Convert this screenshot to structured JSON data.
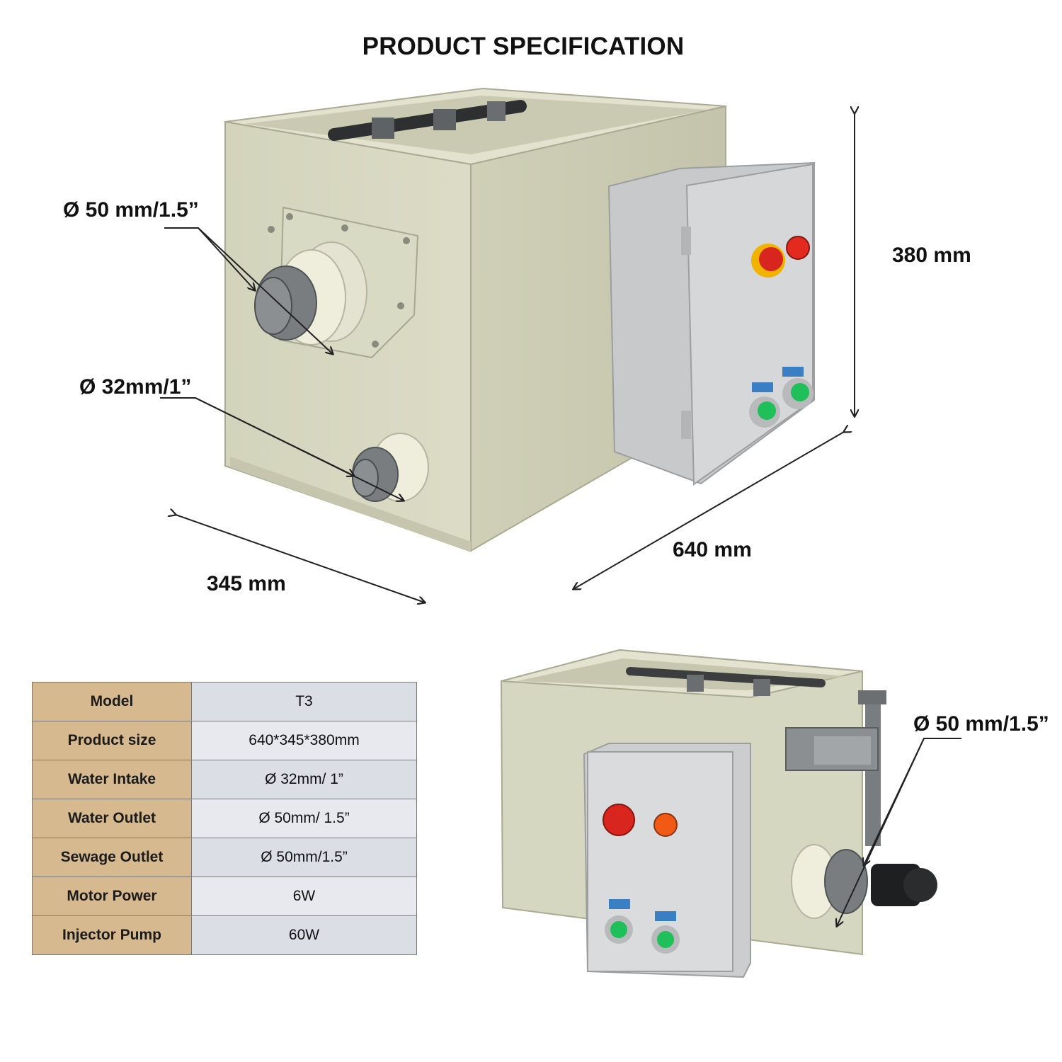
{
  "title": "PRODUCT SPECIFICATION",
  "labels": {
    "outlet_top": "Ø 50 mm/1.5”",
    "intake": "Ø 32mm/1”",
    "height": "380 mm",
    "length": "640 mm",
    "width": "345 mm",
    "outlet_bottom": "Ø 50 mm/1.5”"
  },
  "spec_table": [
    {
      "key": "Model",
      "value": "T3"
    },
    {
      "key": "Product size",
      "value": "640*345*380mm"
    },
    {
      "key": "Water Intake",
      "value": "Ø 32mm/ 1”"
    },
    {
      "key": "Water Outlet",
      "value": "Ø 50mm/ 1.5”"
    },
    {
      "key": "Sewage Outlet",
      "value": "Ø 50mm/1.5”"
    },
    {
      "key": "Motor Power",
      "value": "6W"
    },
    {
      "key": "Injector Pump",
      "value": "60W"
    }
  ],
  "colors": {
    "tank": "#d8d9c2",
    "tank_shade": "#c7c8b0",
    "control_box": "#d3d5d6",
    "pipe": "#6f7275",
    "green_light": "#1fbf5a",
    "red_button": "#d8251d",
    "header_cell": "#d6b98f"
  }
}
